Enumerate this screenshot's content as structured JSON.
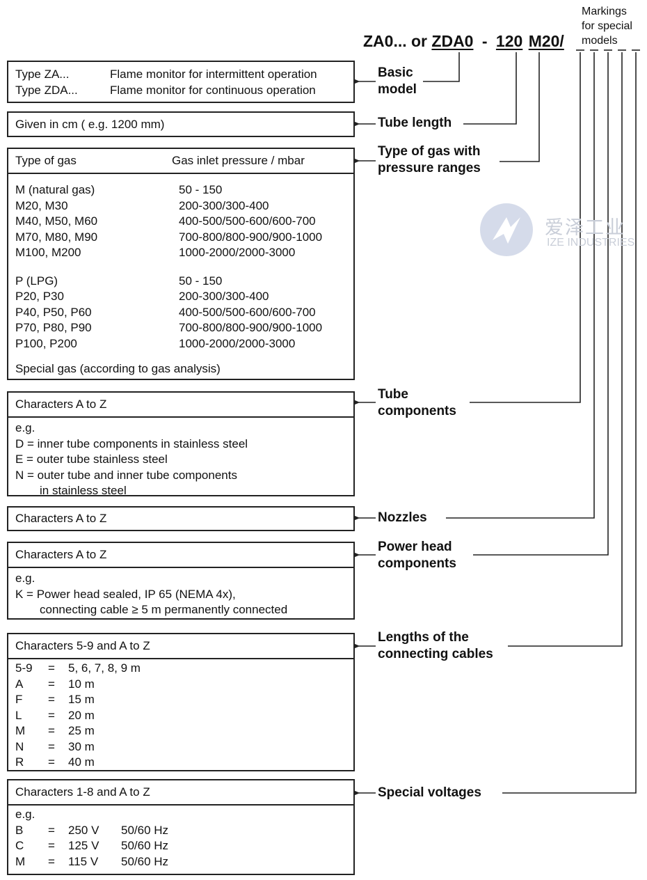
{
  "header": {
    "markings_note": [
      "Markings",
      "for special",
      "models"
    ],
    "code_prefix": "ZA0... or ",
    "code_zda0": "ZDA0",
    "code_dash": "-",
    "code_120": "120",
    "code_m20": "M20/"
  },
  "watermark": {
    "cn": "爱泽工业",
    "en": "IZE INDUSTRIES"
  },
  "basic_model": {
    "label": "Basic\nmodel",
    "rows": [
      {
        "type": "Type ZA...",
        "desc": "Flame monitor for intermittent operation"
      },
      {
        "type": "Type ZDA...",
        "desc": "Flame monitor for continuous operation"
      }
    ]
  },
  "tube_length": {
    "label": "Tube length",
    "text": "Given in cm ( e.g. 1200 mm)"
  },
  "gas": {
    "label": "Type of gas with\npressure ranges",
    "col1": "Type of gas",
    "col2": "Gas inlet pressure / mbar",
    "group_m": [
      {
        "gas": "M (natural gas)",
        "p": "50 - 150"
      },
      {
        "gas": "M20, M30",
        "p": "200-300/300-400"
      },
      {
        "gas": "M40, M50, M60",
        "p": "400-500/500-600/600-700"
      },
      {
        "gas": "M70, M80, M90",
        "p": "700-800/800-900/900-1000"
      },
      {
        "gas": "M100, M200",
        "p": "1000-2000/2000-3000"
      }
    ],
    "group_p": [
      {
        "gas": "P (LPG)",
        "p": "50 - 150"
      },
      {
        "gas": "P20, P30",
        "p": "200-300/300-400"
      },
      {
        "gas": "P40, P50, P60",
        "p": "400-500/500-600/600-700"
      },
      {
        "gas": "P70, P80, P90",
        "p": "700-800/800-900/900-1000"
      },
      {
        "gas": "P100, P200",
        "p": "1000-2000/2000-3000"
      }
    ],
    "special": "Special gas (according to gas analysis)"
  },
  "tube_components": {
    "label": "Tube\ncomponents",
    "head": "Characters A to Z",
    "eg": "e.g.",
    "lines": [
      "D = inner tube components in stainless steel",
      "E = outer tube stainless steel",
      "N = outer tube and inner tube components"
    ],
    "cont": "in stainless steel"
  },
  "nozzles": {
    "label": "Nozzles",
    "head": "Characters A to Z"
  },
  "power_head": {
    "label": "Power head\ncomponents",
    "head": "Characters A to Z",
    "eg": "e.g.",
    "line1": "K = Power head sealed, IP 65 (NEMA 4x),",
    "line2": "connecting cable ≥ 5 m permanently connected"
  },
  "cables": {
    "label": "Lengths of the\nconnecting cables",
    "head": "Characters 5-9 and A to Z",
    "rows": [
      {
        "k": "5-9",
        "eq": "=",
        "v": "5, 6, 7, 8, 9 m"
      },
      {
        "k": "A",
        "eq": "=",
        "v": "10 m"
      },
      {
        "k": "F",
        "eq": "=",
        "v": "15 m"
      },
      {
        "k": "L",
        "eq": "=",
        "v": "20 m"
      },
      {
        "k": "M",
        "eq": "=",
        "v": "25 m"
      },
      {
        "k": "N",
        "eq": "=",
        "v": "30 m"
      },
      {
        "k": "R",
        "eq": "=",
        "v": "40 m"
      }
    ]
  },
  "voltages": {
    "label": "Special voltages",
    "head": "Characters 1-8 and A to Z",
    "eg": "e.g.",
    "rows": [
      {
        "k": "B",
        "eq": "=",
        "v": "250 V",
        "f": "50/60 Hz"
      },
      {
        "k": "C",
        "eq": "=",
        "v": "125 V",
        "f": "50/60 Hz"
      },
      {
        "k": "M",
        "eq": "=",
        "v": "115 V",
        "f": "50/60 Hz"
      }
    ]
  }
}
